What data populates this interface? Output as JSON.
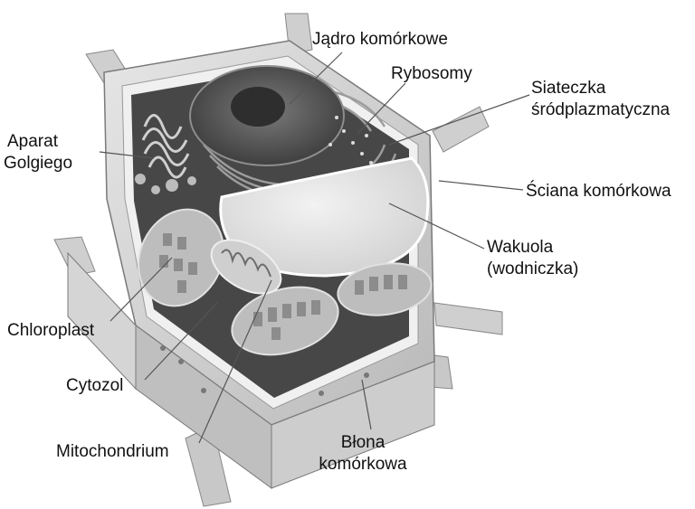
{
  "labels": {
    "nucleus": "Jądro komórkowe",
    "ribosomes": "Rybosomy",
    "er": [
      "Siateczka",
      "śródplazmatyczna"
    ],
    "golgi": [
      "Aparat",
      "Golgiego"
    ],
    "cell_wall": "Ściana komórkowa",
    "vacuole": [
      "Wakuola",
      "(wodniczka)"
    ],
    "chloroplast": "Chloroplast",
    "cytosol": "Cytozol",
    "mitochondrion": "Mitochondrium",
    "membrane": [
      "Błona",
      "komórkowa"
    ]
  },
  "colors": {
    "text": "#111111",
    "leader": "#555555",
    "wall": "#d8d8d8",
    "wall_dark": "#a9a9a9",
    "interior": "#3f3f3f",
    "organelle": "#bdbdbd"
  }
}
